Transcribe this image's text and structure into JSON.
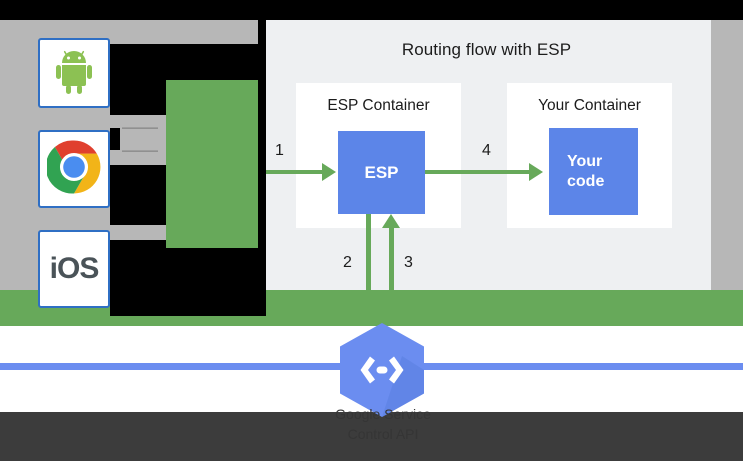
{
  "diagram": {
    "title": "Routing flow with ESP",
    "containers": [
      {
        "label": "ESP Container",
        "box_label": "ESP"
      },
      {
        "label": "Your Container",
        "box_label_line1": "Your",
        "box_label_line2": "code"
      }
    ],
    "steps": [
      {
        "number": "1",
        "direction": "right",
        "from": "clients",
        "to": "ESP"
      },
      {
        "number": "2",
        "direction": "down",
        "from": "ESP",
        "to": "Google Service Control API"
      },
      {
        "number": "3",
        "direction": "up",
        "from": "Google Service Control API",
        "to": "ESP"
      },
      {
        "number": "4",
        "direction": "right",
        "from": "ESP",
        "to": "Your code"
      }
    ],
    "clients": [
      {
        "name": "android-icon",
        "label": "Android"
      },
      {
        "name": "chrome-icon",
        "label": "Chrome"
      },
      {
        "name": "ios-icon",
        "label": "iOS"
      }
    ],
    "service": {
      "icon": "api-hexagon-icon",
      "caption_line1": "Google Service",
      "caption_line2": "Control API"
    },
    "occluded_labels": {
      "line1": "———",
      "line2": "———"
    }
  },
  "colors": {
    "blue_box": "#5c85e8",
    "green": "#67a95a",
    "panel_bg": "#eef0f2",
    "gray_bg": "#b7b7b7",
    "tile_border": "#2f6fc4",
    "blue_line": "#6b8df0",
    "dark_band": "#3c3c3c"
  }
}
